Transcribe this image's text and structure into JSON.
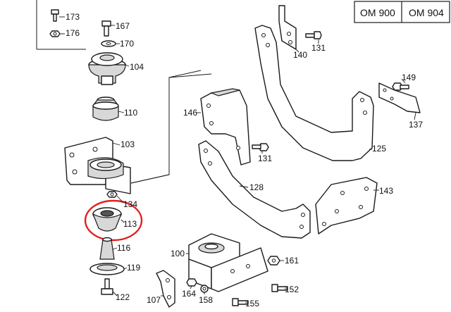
{
  "header": {
    "model_a": "OM 900",
    "model_b": "OM 904"
  },
  "callouts": {
    "c173": "173",
    "c176": "176",
    "c167": "167",
    "c170": "170",
    "c104": "104",
    "c110": "110",
    "c103": "103",
    "c134": "134",
    "c113": "113",
    "c116": "116",
    "c119": "119",
    "c122": "122",
    "c140": "140",
    "c131a": "131",
    "c149": "149",
    "c137": "137",
    "c146": "146",
    "c131b": "131",
    "c125": "125",
    "c128": "128",
    "c143": "143",
    "c100": "100",
    "c161": "161",
    "c164": "164",
    "c158": "158",
    "c107": "107",
    "c152": "152",
    "c155": "155"
  },
  "highlight": {
    "color": "#e02020",
    "target": "113"
  }
}
